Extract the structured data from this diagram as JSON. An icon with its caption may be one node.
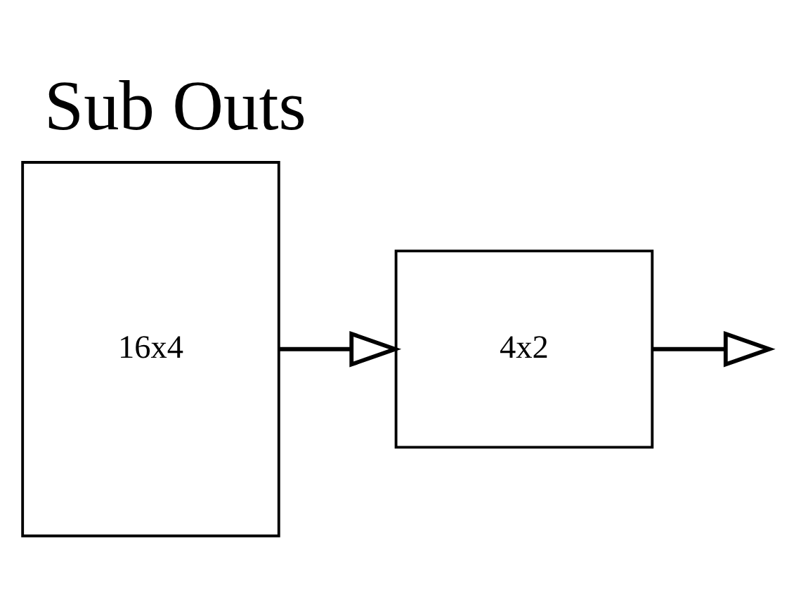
{
  "diagram": {
    "title": "Sub Outs",
    "nodes": [
      {
        "text": [
          "16x4"
        ]
      },
      {
        "text": [
          "4x2"
        ]
      }
    ],
    "edges": [
      {
        "from": 0,
        "to": 1,
        "arrow": "to"
      },
      {
        "from": 1,
        "to": null,
        "arrow": "to"
      }
    ]
  }
}
